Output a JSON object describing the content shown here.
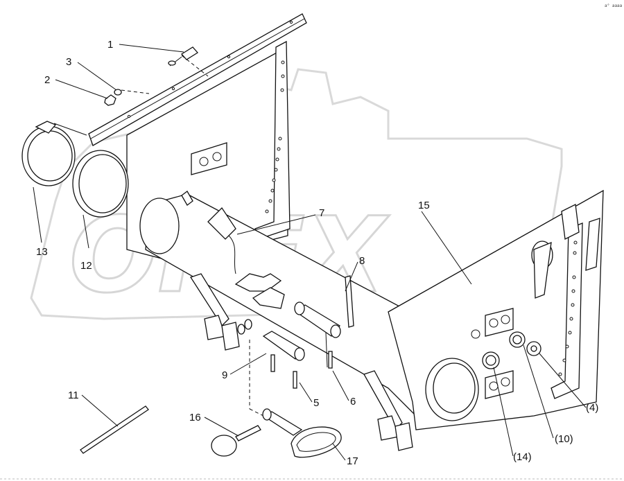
{
  "watermark": {
    "text": "OPEX"
  },
  "corner_code": "a° aaaa",
  "callouts": [
    {
      "id": "c1",
      "text": "1"
    },
    {
      "id": "c2",
      "text": "2"
    },
    {
      "id": "c3",
      "text": "3"
    },
    {
      "id": "c4",
      "text": "(4)"
    },
    {
      "id": "c5",
      "text": "5"
    },
    {
      "id": "c6",
      "text": "6"
    },
    {
      "id": "c7",
      "text": "7"
    },
    {
      "id": "c8",
      "text": "8"
    },
    {
      "id": "c9",
      "text": "9"
    },
    {
      "id": "c10",
      "text": "(10)"
    },
    {
      "id": "c11",
      "text": "11"
    },
    {
      "id": "c12",
      "text": "12"
    },
    {
      "id": "c13",
      "text": "13"
    },
    {
      "id": "c14",
      "text": "(14)"
    },
    {
      "id": "c15",
      "text": "15"
    },
    {
      "id": "c16",
      "text": "16"
    },
    {
      "id": "c17",
      "text": "17"
    }
  ]
}
